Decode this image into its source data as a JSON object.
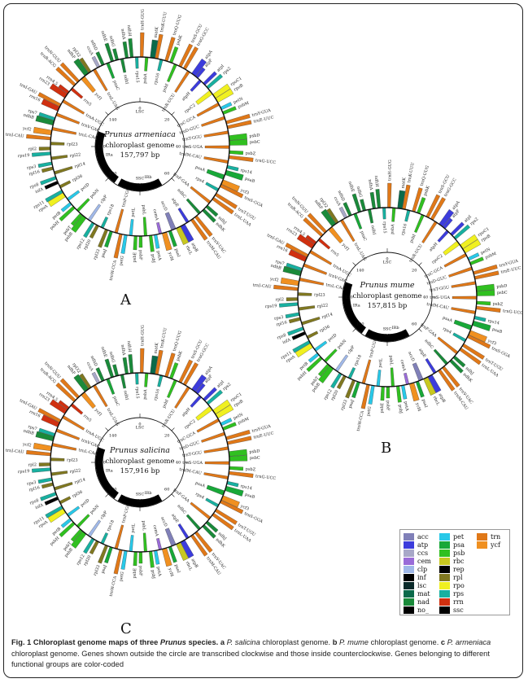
{
  "maps": [
    {
      "id": "a",
      "letter": "A",
      "species": "Prunus armeniaca",
      "subtitle": "chloroplast genome",
      "size": "157,797 bp"
    },
    {
      "id": "b",
      "letter": "B",
      "species": "Prunus mume",
      "subtitle": "chloroplast genome",
      "size": "157,815 bp"
    },
    {
      "id": "c",
      "letter": "C",
      "species": "Prunus salicina",
      "subtitle": "chloroplast genome",
      "size": "157,916 bp"
    }
  ],
  "inner_labels": {
    "lsc": "LSC",
    "ssc": "SSC",
    "ira": "IRa",
    "irb": "IRb"
  },
  "ticks": [
    "0",
    "20",
    "40",
    "60",
    "80",
    "100",
    "120",
    "140"
  ],
  "gene_labels": [
    "trnH-GUG",
    "psbA",
    "matK",
    "trnK-UUU",
    "rps16",
    "trnQ-UUG",
    "psbK",
    "psbI",
    "trnS-GCU",
    "trnG-GCC",
    "trnR-UCU",
    "atpA",
    "atpF",
    "atpH",
    "atpI",
    "rps2",
    "rpoC2",
    "rpoC1",
    "rpoB",
    "trnC-GCA",
    "petN",
    "psbM",
    "trnD-GUC",
    "trnY-GUA",
    "trnE-UUC",
    "trnT-GGU",
    "psbD",
    "psbC",
    "trnS-UGA",
    "psbZ",
    "trnG-UCC",
    "trnfM-CAU",
    "rps14",
    "psaB",
    "psaA",
    "ycf3",
    "trnS-GGA",
    "rps4",
    "trnT-UGU",
    "trnL-UAA",
    "trnF-GAA",
    "ndhJ",
    "ndhK",
    "ndhC",
    "trnV-UAC",
    "trnM-CAU",
    "atpE",
    "atpB",
    "rbcL",
    "accD",
    "psaI",
    "ycf4",
    "cemA",
    "petA",
    "psbJ",
    "psbL",
    "psbF",
    "psbE",
    "petL",
    "petG",
    "trnW-CCA",
    "trnP-UGG",
    "psaJ",
    "rpl33",
    "rps18",
    "rpl20",
    "rps12",
    "clpP",
    "psbB",
    "psbT",
    "psbN",
    "psbH",
    "petB",
    "petD",
    "rpoA",
    "rps11",
    "rpl36",
    "infA",
    "rps8",
    "rpl14",
    "rpl16",
    "rps3",
    "rpl22",
    "rps19",
    "rpl2",
    "rpl23",
    "trnI-CAU",
    "ycf2",
    "trnL-CAA",
    "ndhB",
    "rps7",
    "trnV-GAC",
    "rrn16",
    "trnI-GAU",
    "trnA-UGC",
    "rrn23",
    "rrn4.5",
    "rrn5",
    "trnR-ACG",
    "trnN-GUU",
    "ycf1",
    "ndhF",
    "rpl32",
    "trnL-UAG",
    "ccsA",
    "ndhD",
    "psaC",
    "ndhE",
    "ndhG",
    "ndhI",
    "ndhA",
    "ndhH",
    "rps15"
  ],
  "legend": [
    {
      "code": "acc",
      "color": "#8080b8"
    },
    {
      "code": "atp",
      "color": "#3c3cdc"
    },
    {
      "code": "ccs",
      "color": "#a8a8c8"
    },
    {
      "code": "cem",
      "color": "#9a6cd8"
    },
    {
      "code": "clp",
      "color": "#a0b8e8"
    },
    {
      "code": "inf",
      "color": "#000000"
    },
    {
      "code": "lsc",
      "color": "#0a2a2a"
    },
    {
      "code": "mat",
      "color": "#0a6a4a"
    },
    {
      "code": "nad",
      "color": "#1a8a3a"
    },
    {
      "code": "no_",
      "color": "#000000"
    },
    {
      "code": "pet",
      "color": "#28c8e8"
    },
    {
      "code": "psa",
      "color": "#18a838"
    },
    {
      "code": "psb",
      "color": "#30c020"
    },
    {
      "code": "rbc",
      "color": "#c8c820"
    },
    {
      "code": "rep",
      "color": "#000000"
    },
    {
      "code": "rpl",
      "color": "#807820"
    },
    {
      "code": "rpo",
      "color": "#f0f020"
    },
    {
      "code": "rps",
      "color": "#18b0a0"
    },
    {
      "code": "rrn",
      "color": "#d03010"
    },
    {
      "code": "ssc",
      "color": "#000000"
    },
    {
      "code": "trn",
      "color": "#e07818"
    },
    {
      "code": "ycf",
      "color": "#f09020"
    }
  ],
  "caption": {
    "fig_label": "Fig. 1",
    "title_start": "Chloroplast genome maps of three",
    "title_italic": "Prunus",
    "title_end": "species.",
    "part_a_letter": "a",
    "part_a_species": "P. salicina",
    "part_a_rest": "chloroplast genome.",
    "part_b_letter": "b",
    "part_b_species": "P. mume",
    "part_b_rest": "chloroplast genome.",
    "part_c_letter": "c",
    "part_c_species": "P. armeniaca",
    "part_c_rest": "chloroplast genome. Genes shown outside the circle are transcribed clockwise and those inside counterclockwise. Genes belonging to different functional groups are color-coded"
  }
}
